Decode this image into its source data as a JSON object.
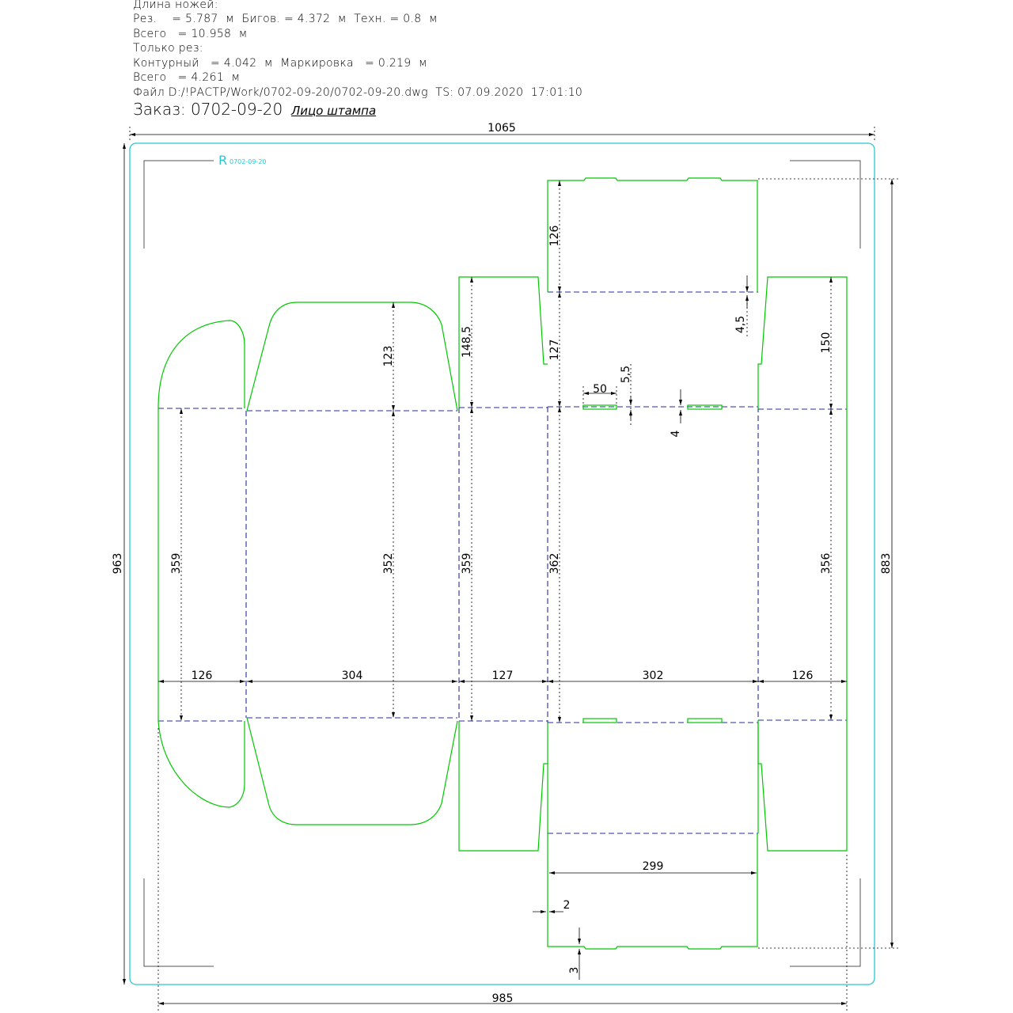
{
  "header": {
    "title": "Длина ножей:",
    "line1": "Рез.    = 5.787  м  Бигов. = 4.372  м  Техн. = 0.8  м",
    "line2": "Всего   = 10.958  м",
    "only_cut": "Только рез:",
    "line3": "Контурный   = 4.042  м  Маркировка   = 0.219  м",
    "line4": "Всего   = 4.261  м",
    "file": "Файл D:/!РАСТР/Work/0702-09-20/0702-09-20.dwg  TS: 07.09.2020  17:01:10",
    "order_label": "Заказ: 0702-09-20",
    "face_label": "Лицо штампа"
  },
  "marker": {
    "logo_text": "0702-09-20"
  },
  "dimensions": {
    "overall_width": "1065",
    "overall_height": "963",
    "right_height": "883",
    "bottom_width": "985",
    "w_126_left": "126",
    "w_304": "304",
    "w_127": "127",
    "w_302": "302",
    "w_126_right": "126",
    "h_359_a": "359",
    "h_352": "352",
    "h_359_b": "359",
    "h_362": "362",
    "h_356": "356",
    "flap_123": "123",
    "flap_148_5": "148,5",
    "flap_127": "127",
    "flap_126_top": "126",
    "flap_150": "150",
    "d_4_5": "4,5",
    "d_5_5": "5,5",
    "d_50": "50",
    "d_4": "4",
    "d_299": "299",
    "d_2": "2",
    "d_3": "3"
  },
  "colors": {
    "cut": "#00c800",
    "crease": "#2a2aa0",
    "frame": "#28c8d8",
    "dim": "#000000"
  }
}
